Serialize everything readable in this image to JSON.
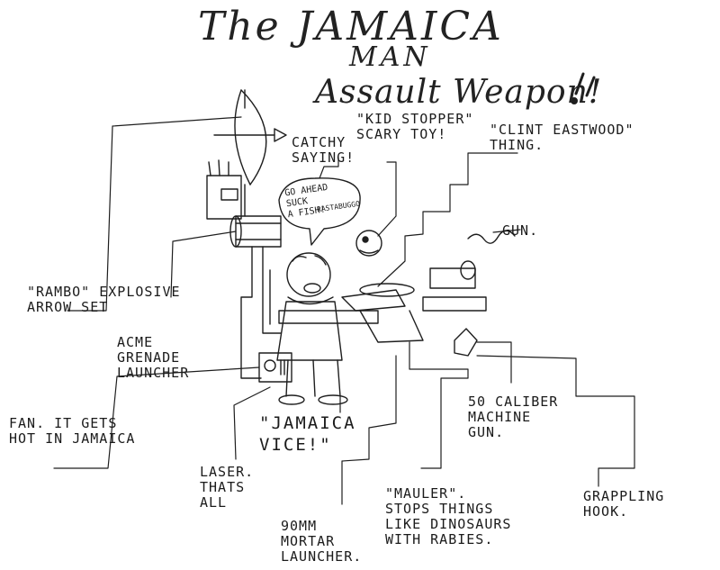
{
  "title": {
    "line1": "The JAMAICA",
    "line2": "MAN",
    "line3": "Assault Weapon!"
  },
  "speech_bubble": {
    "text": "GO AHEAD\nSUCK\nA FISH!",
    "extra": "RASTABUGGO"
  },
  "labels": {
    "rambo": "\"RAMBO\" EXPLOSIVE\nARROW SET",
    "acme": "ACME\nGRENADE\nLAUNCHER",
    "fan": "FAN. IT GETS\nHOT IN JAMAICA",
    "laser": "LASER.\nTHATS\nALL",
    "vice": "\"JAMAICA\nVICE!\"",
    "mortar": "90MM\nMORTAR\nLAUNCHER.",
    "mauler": "\"MAULER\".\nSTOPS THINGS\nLIKE DINOSAURS\nWITH RABIES.",
    "caliber": "50 CALIBER\nMACHINE\nGUN.",
    "grappling": "GRAPPLING\nHOOK.",
    "catchy": "CATCHY\nSAYING!",
    "kidstopper": "\"KID STOPPER\"\nSCARY TOY!",
    "clint": "\"CLINT EASTWOOD\"\nTHING.",
    "gun": "GUN."
  }
}
